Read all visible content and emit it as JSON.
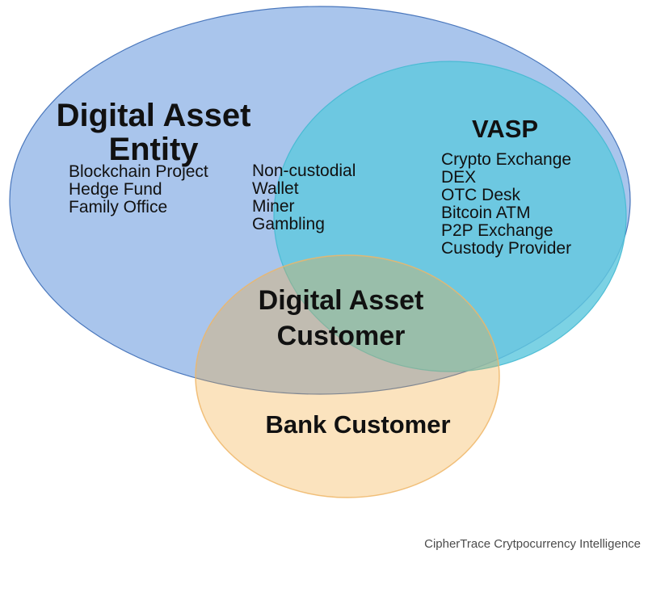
{
  "diagram": {
    "type": "venn",
    "attribution": "CipherTrace Crytpocurrency Intelligence",
    "sets": {
      "entity": {
        "title_line1": "Digital Asset",
        "title_line2": "Entity",
        "items": [
          "Blockchain Project",
          "Hedge Fund",
          "Family Office"
        ],
        "fill_color": "#a9c5ec",
        "border_color": "#4a77bc"
      },
      "vasp": {
        "title": "VASP",
        "items": [
          "Crypto Exchange",
          "DEX",
          "OTC Desk",
          "Bitcoin ATM",
          "P2P Exchange",
          "Custody Provider"
        ],
        "fill_color": "#5fc8de",
        "border_color": "#44b9d1"
      },
      "bank": {
        "title": "Bank Customer",
        "fill_color": "#f2a93b",
        "border_color": "#eeb667",
        "visible_color": "#fbe3c0"
      }
    },
    "intersections": {
      "entity_vasp": {
        "lines": [
          "Non-custodial",
          "Wallet",
          "Miner",
          "Gambling"
        ]
      },
      "entity_bank": {
        "title_line1": "Digital Asset",
        "title_line2": "Customer",
        "visible_color": "#c0bdb3"
      }
    }
  }
}
